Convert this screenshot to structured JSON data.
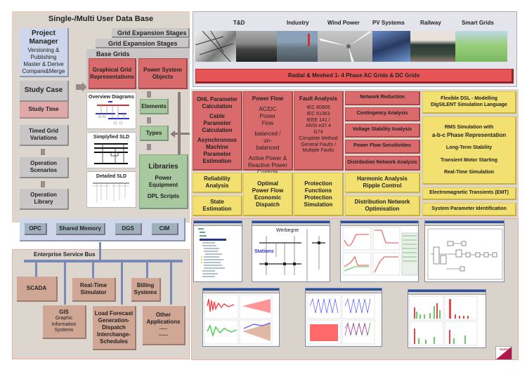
{
  "database": {
    "title": "Single-/Multi User Data Base",
    "project_manager": {
      "title": "Project Manager",
      "lines": [
        "Versioning &",
        "Publishing",
        "Master & Derive",
        "Compare&Merge"
      ]
    },
    "study_case": "Study Case",
    "study_time": "Study Time",
    "timed_grid_variations": "Timed Grid Variations",
    "operation_scenarios": "Operation Scenarios",
    "operation_library": "Operation Library",
    "grid_expansion_stages_1": "Grid Expansion Stages",
    "grid_expansion_stages_2": "Grid Expansion Stages",
    "base_grids": "Base Grids",
    "graphical_grid_representations": "Graphical Grid Representations",
    "power_system_objects": "Power System Objects",
    "overview_diagrams": "Overview Diagrams",
    "simplified_sld": "Simplyfied SLD",
    "detailed_sld": "Detailed SLD",
    "elements": "Elements",
    "types": "Types",
    "libraries": {
      "title": "Libraries",
      "items": [
        "Power Equipment",
        "DPL Scripts"
      ]
    },
    "interfaces": [
      "OPC",
      "Shared Memory",
      "DGS",
      "CIM"
    ]
  },
  "esb": {
    "title": "Enterprise Service Bus",
    "systems": {
      "scada": "SCADA",
      "gis_title": "GIS",
      "gis_lines": [
        "Graphic",
        "Information",
        "Systems"
      ],
      "real_time_simulator": "Real-Time Simulator",
      "load_forecast": [
        "Load Forecast",
        "Generation-",
        "Dispatch",
        "Interchange-",
        "Schedules"
      ],
      "billing_systems": "Billing Systems",
      "other_applications": [
        "Other",
        "Applications",
        "......",
        "......."
      ]
    }
  },
  "sectors": [
    "T&D",
    "Industry",
    "Wind Power",
    "PV Systems",
    "Railway",
    "Smart Grids"
  ],
  "banner": "Radial & Meshed 1- 4 Phase   AC Grids & DC Grids",
  "functions": {
    "parameter_calc": [
      "OHL Parameter Calculation",
      "Cable Parameter Calculation",
      "Asynchronous Machine Parameter Estimation"
    ],
    "power_flow": {
      "title": "Power Flow",
      "lines": [
        "AC/DC Power Flow",
        "balanced / un-balanced",
        "Active Power & Reactive Power Controls"
      ]
    },
    "fault_analysis": {
      "title": "Fault Analysis",
      "lines": [
        "IEC 60909",
        "IEC 61363",
        "IEEE 141 /",
        "ANSI e37.4",
        "G74",
        "Complete Method",
        "General Faults /",
        "Multiple Faults"
      ]
    },
    "network_list": [
      "Network Reduction",
      "Contingency Analysis",
      "Voltage Stability Analysis",
      "Power Flow Sensitivities",
      "Distribution Network Analysis"
    ],
    "reliability": "Reliability Analysis",
    "state_estimation": "State Estimation",
    "opf": [
      "Optimal",
      "Power Flow",
      "Economic",
      "Dispatch"
    ],
    "protection": [
      "Protection",
      "Functions",
      "Protection",
      "Simulation"
    ],
    "harmonic": [
      "Harmonic  Analysis",
      "Ripple Control"
    ],
    "dist_opt": [
      "Distribution Network",
      "Optimisation"
    ],
    "dsl": [
      "Flexible DSL - Modelling",
      "DIgSILENT Simulation Language"
    ],
    "rms": {
      "title": [
        "RMS Simulation with",
        "a-b-c Phase Representation"
      ],
      "items": [
        "Long-Term Stability",
        "Transient Motor Starting",
        "Real-Time Simulation"
      ]
    },
    "emt": "Electromagnetic Transients (EMT)",
    "sys_param": "System Parameter Identification"
  },
  "screenshots": {
    "sld_label": "Werbegne",
    "station_label": "Stations",
    "logo_text": "SILENT"
  },
  "colors": {
    "red_box": "#da6b6d",
    "yellow_box": "#f2e070",
    "green_box": "#a8c8a0",
    "banner": "#e65456",
    "bus": "#7a8ab8"
  }
}
